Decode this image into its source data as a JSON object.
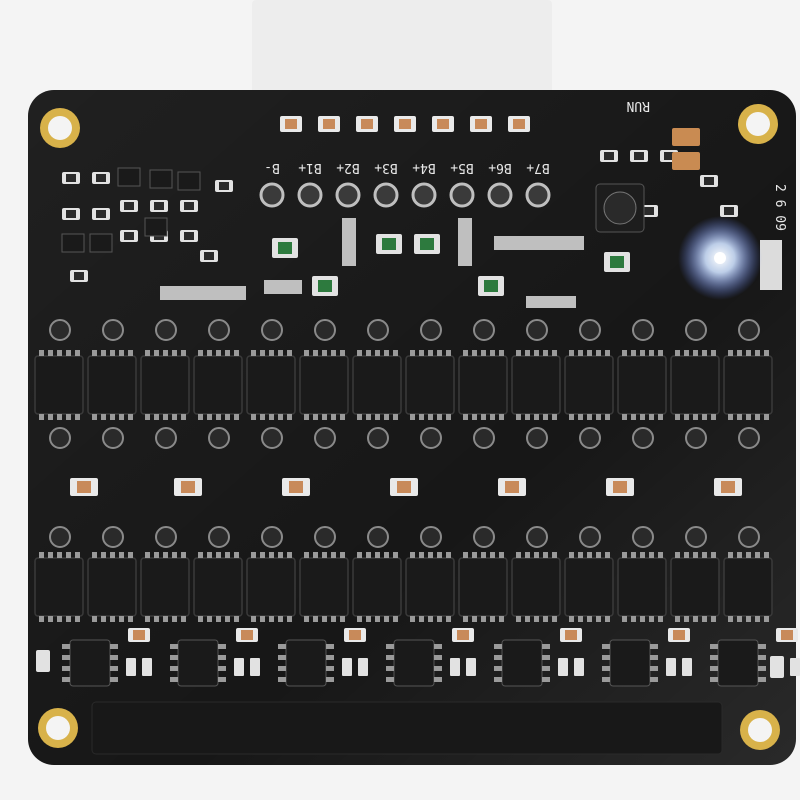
{
  "board": {
    "pad_labels": [
      "B-",
      "B1+",
      "B2+",
      "B3+",
      "B4+",
      "B5+",
      "B6+",
      "B7+"
    ],
    "run_label": "RUN",
    "side_label": "2 6 09"
  },
  "colors": {
    "pcb": "#121212",
    "silkscreen": "#e8e8e8",
    "copper_pad": "#bfbfbf",
    "resistor_body": "#c88a5a",
    "led_glow": "#cfe2ff",
    "wire_colors": [
      "#1a1a1a",
      "#2a8a3a",
      "#f0f0f0",
      "#e6c300",
      "#ffffff",
      "#2f6fd6",
      "#2a8a3a",
      "#e6c300",
      "#d42a2a"
    ]
  }
}
